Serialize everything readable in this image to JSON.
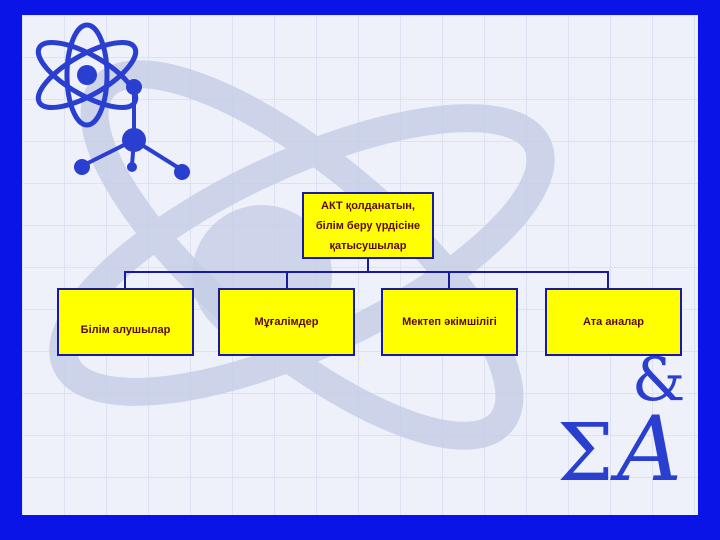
{
  "diagram": {
    "root": {
      "lines": [
        "АКТ қолданатын,",
        "білім беру үрдісіне",
        "қатысушылар"
      ]
    },
    "children": [
      {
        "label": "Білім алушылар"
      },
      {
        "label": "Мұғалімдер"
      },
      {
        "label": "Мектеп әкімшілігі"
      },
      {
        "label": "Ата аналар"
      }
    ]
  },
  "decoration": {
    "logo_symbols": "&ΣA"
  },
  "colors": {
    "frame": "#0a14e6",
    "box": "#ffff00",
    "text": "#5a0a0a"
  }
}
